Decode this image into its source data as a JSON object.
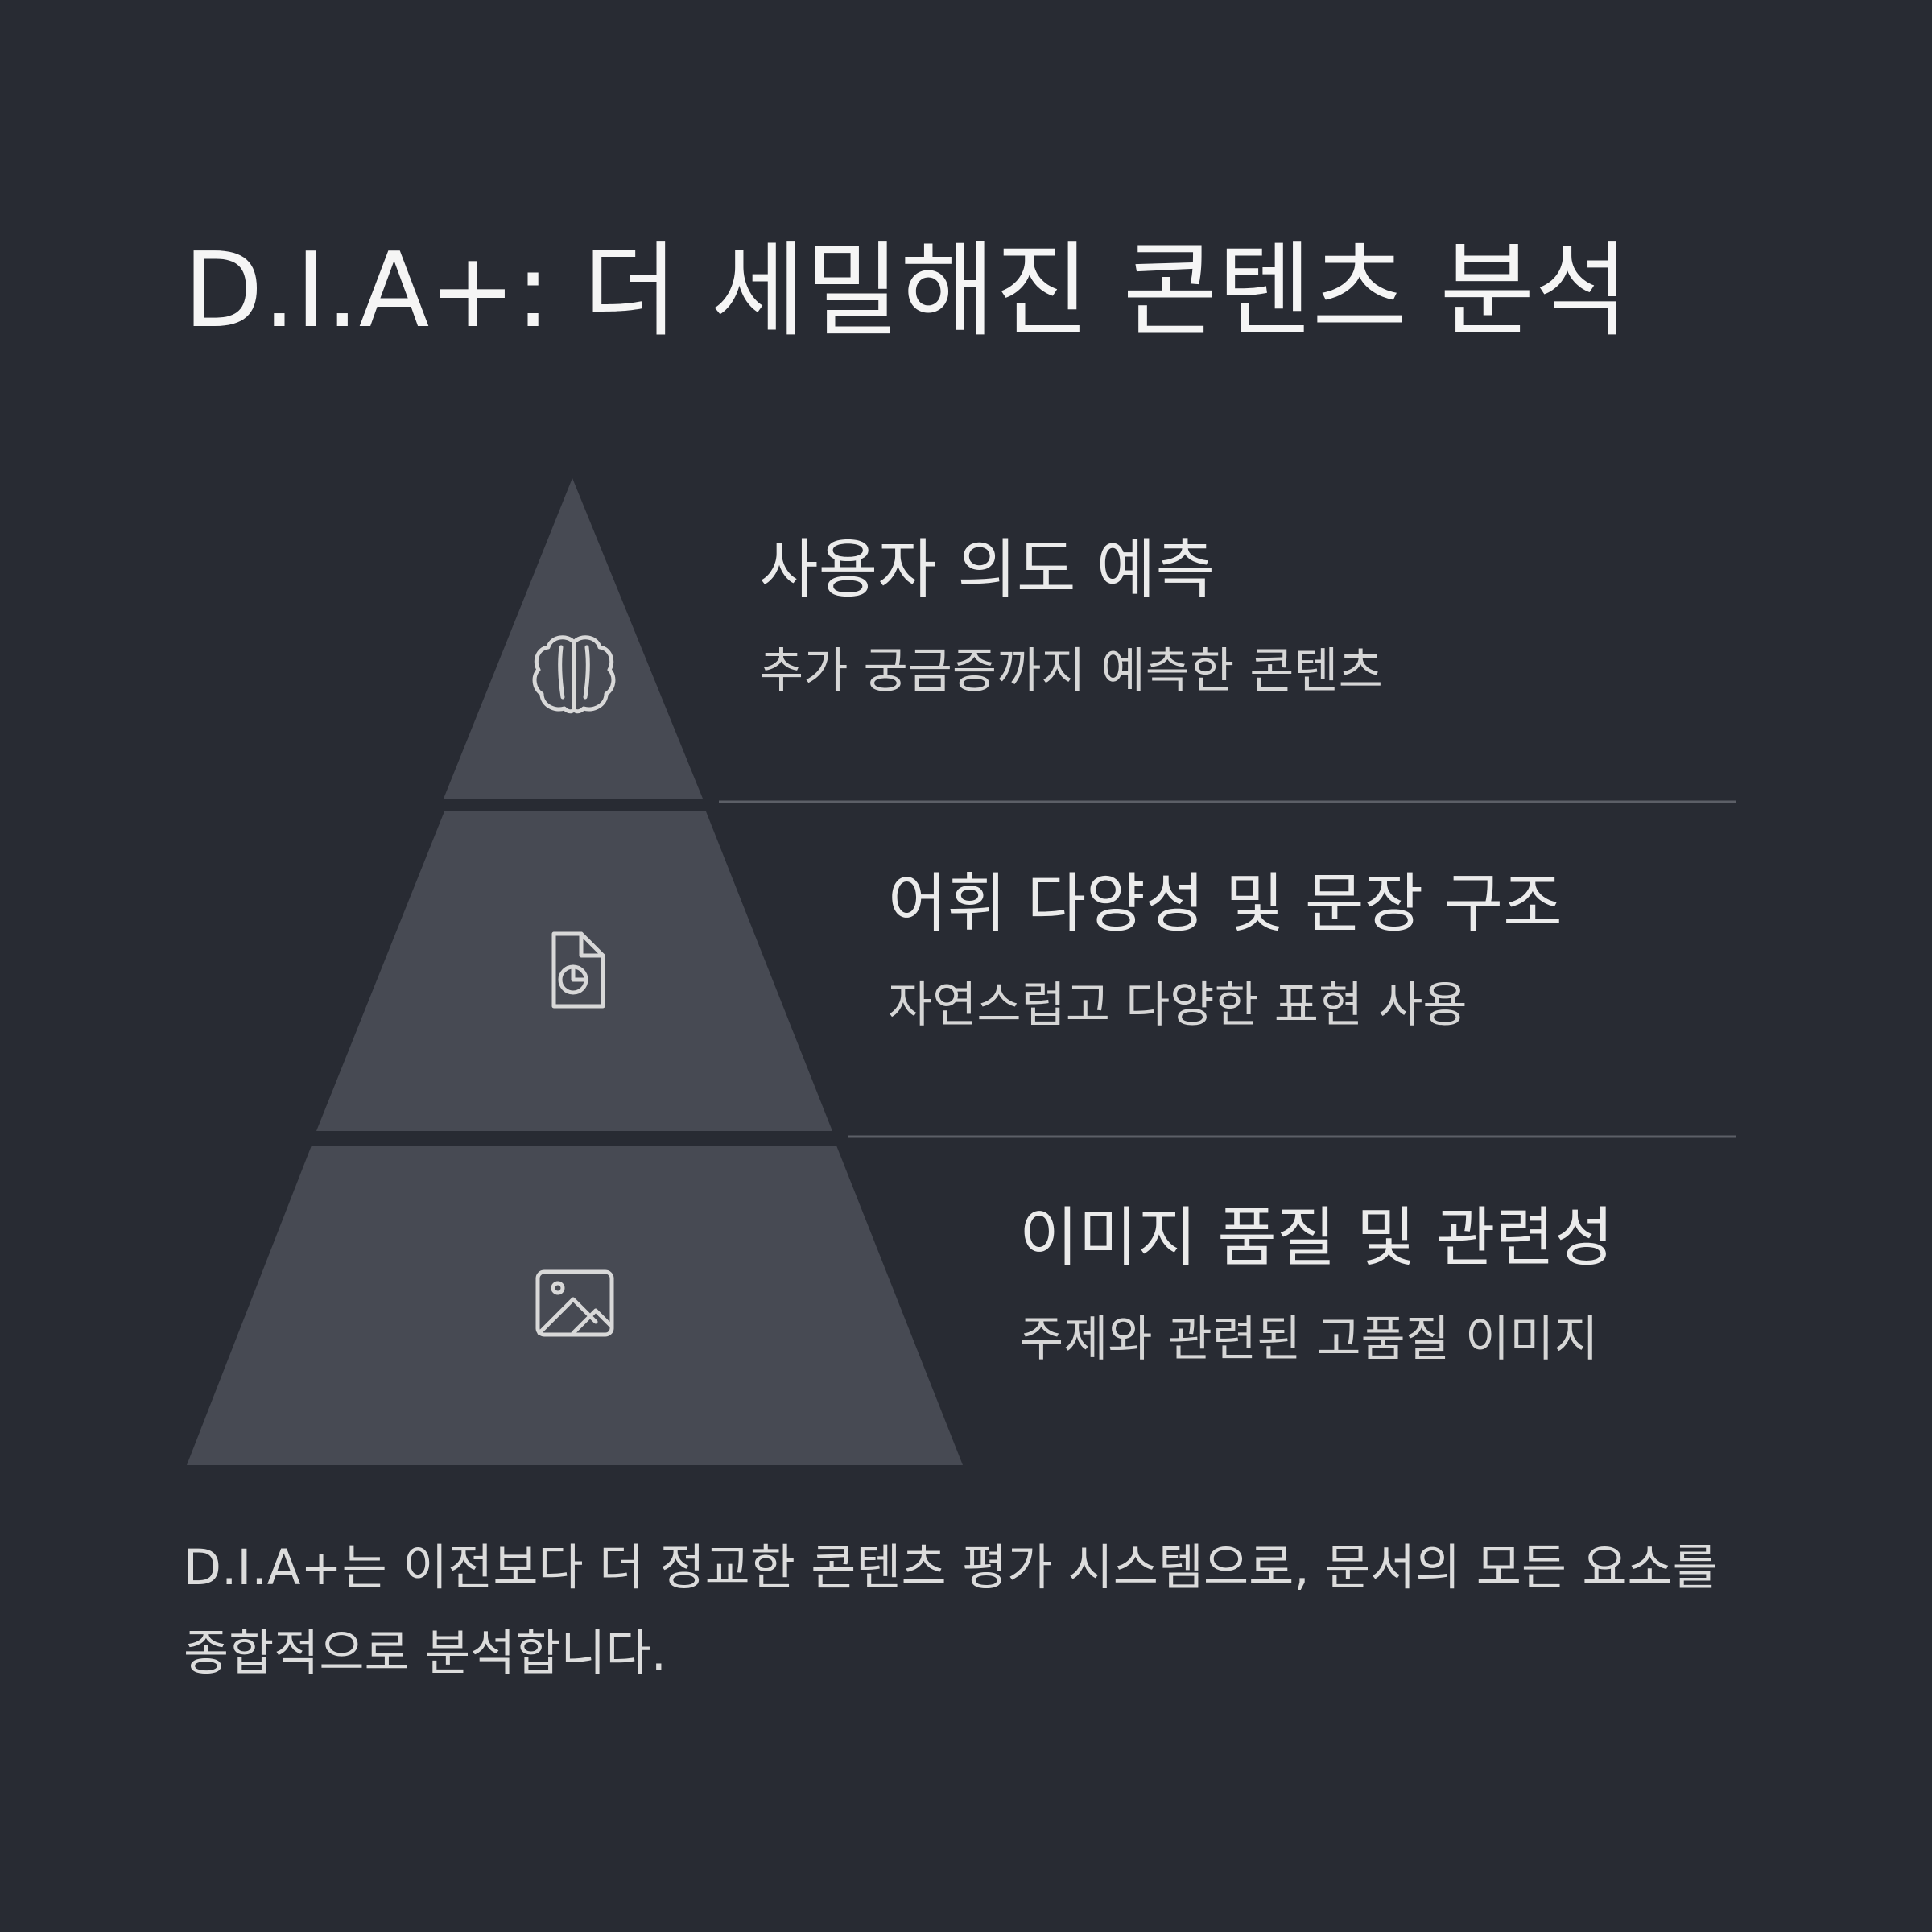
{
  "title": "D.I.A+: 더 세밀해진 콘텐츠 분석",
  "colors": {
    "background": "#282b33",
    "tier_fill": "#474a53",
    "divider": "#5c5f67",
    "icon_stroke": "#d8d8d8"
  },
  "tiers": [
    {
      "icon": "brain-icon",
      "heading": "사용자 의도 예측",
      "description": "추가 궁금증까지 예측한 콘텐츠"
    },
    {
      "icon": "document-chart-icon",
      "heading": "어휘 다양성 및 문장 구조",
      "description": "자연스럽고 다양한 표현 사용"
    },
    {
      "icon": "image-icon",
      "heading": "이미지 품질 및 관련성",
      "description": "주제와 관련된 고품질 이미지"
    }
  ],
  "summary": "D.I.A+는 이전보다 더 정교한 콘텐츠 평가 시스템으로, 문서의 모든 요소를 종합적으로 분석합니다."
}
